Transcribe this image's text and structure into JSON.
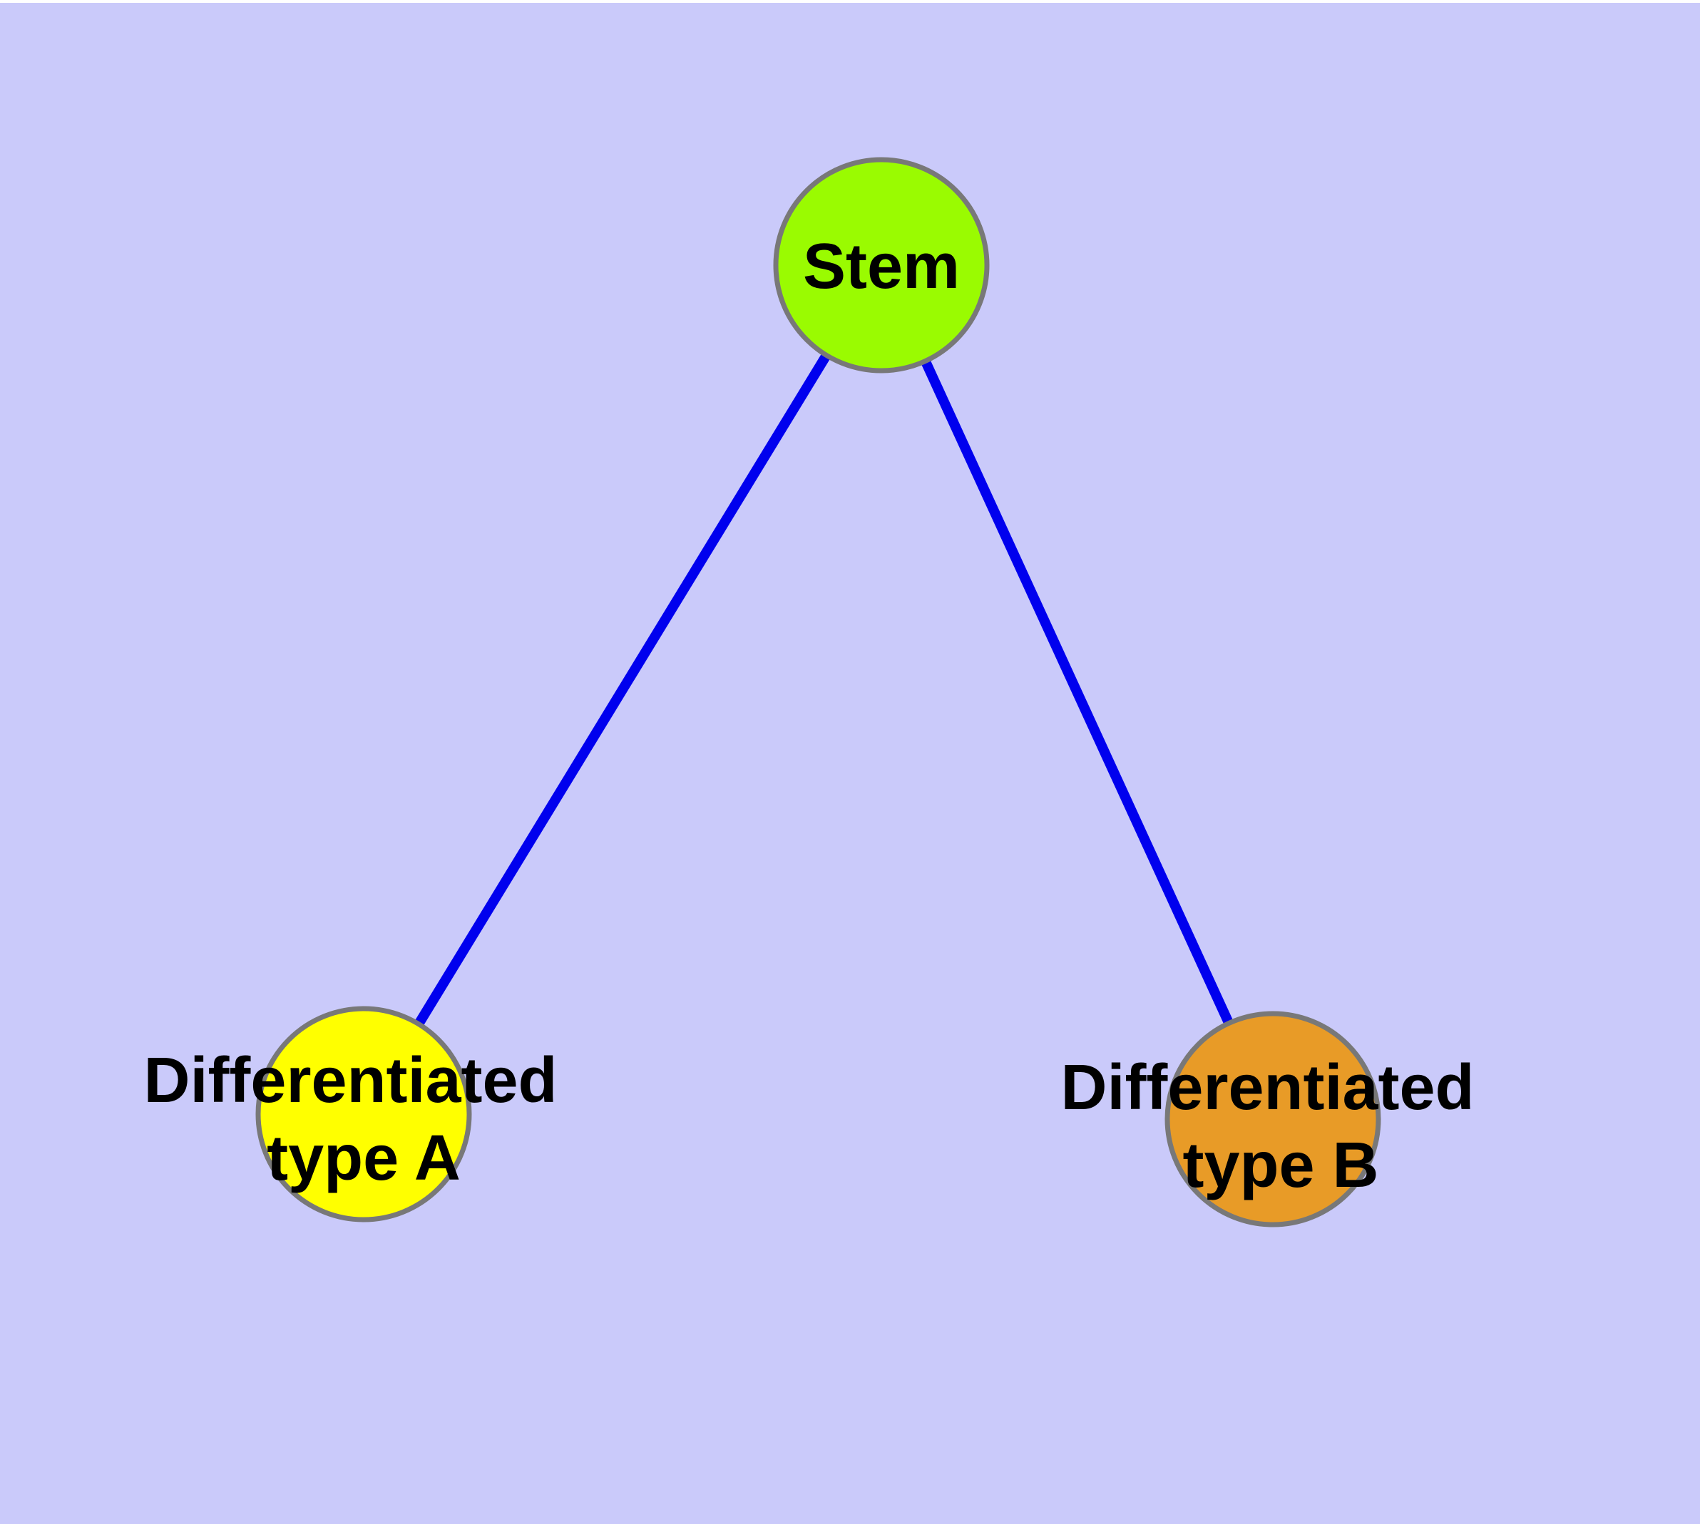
{
  "canvas": {
    "background_color": "#CACAFA",
    "top_margin_color": "#FFFFFF"
  },
  "graph": {
    "type": "node-link-diagram",
    "edge_color": "#0000EE",
    "node_border_color": "#787878",
    "nodes": {
      "stem": {
        "label": "Stem",
        "fill_color": "#9AFB01"
      },
      "type_a": {
        "label": "Differentiated type A",
        "label_line1": "Differentiated",
        "label_line2": "type A",
        "fill_color": "#FFFF00"
      },
      "type_b": {
        "label": "Differentiated type B",
        "label_line1": "Differentiated",
        "label_line2": "type B",
        "fill_color": "#E89B27"
      }
    },
    "edges": [
      {
        "from": "Stem",
        "to": "Differentiated type A"
      },
      {
        "from": "Stem",
        "to": "Differentiated type B"
      }
    ]
  }
}
